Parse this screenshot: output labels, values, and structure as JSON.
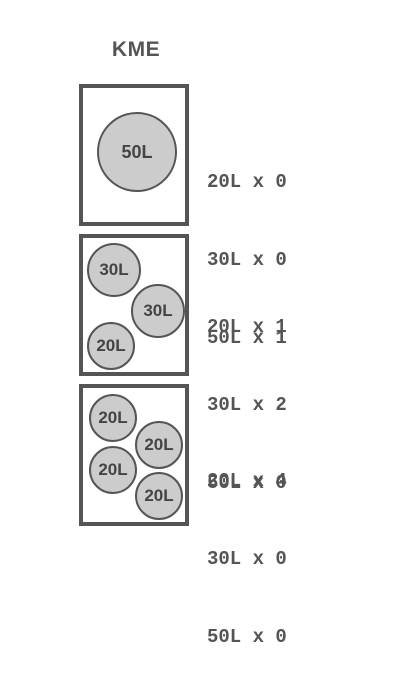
{
  "title": "KME",
  "configurations": [
    {
      "tanks": [
        "50L"
      ],
      "counts": [
        "20L x 0",
        "30L x 0",
        "50L x 1"
      ]
    },
    {
      "tanks": [
        "30L",
        "30L",
        "20L"
      ],
      "counts": [
        "20L x 1",
        "30L x 2",
        "50L x 0"
      ]
    },
    {
      "tanks": [
        "20L",
        "20L",
        "20L",
        "20L"
      ],
      "counts": [
        "20L x 4",
        "30L x 0",
        "50L x 0"
      ]
    }
  ],
  "colors": {
    "stroke": "#555555",
    "tank_fill": "#cccccc",
    "text": "#444444"
  }
}
